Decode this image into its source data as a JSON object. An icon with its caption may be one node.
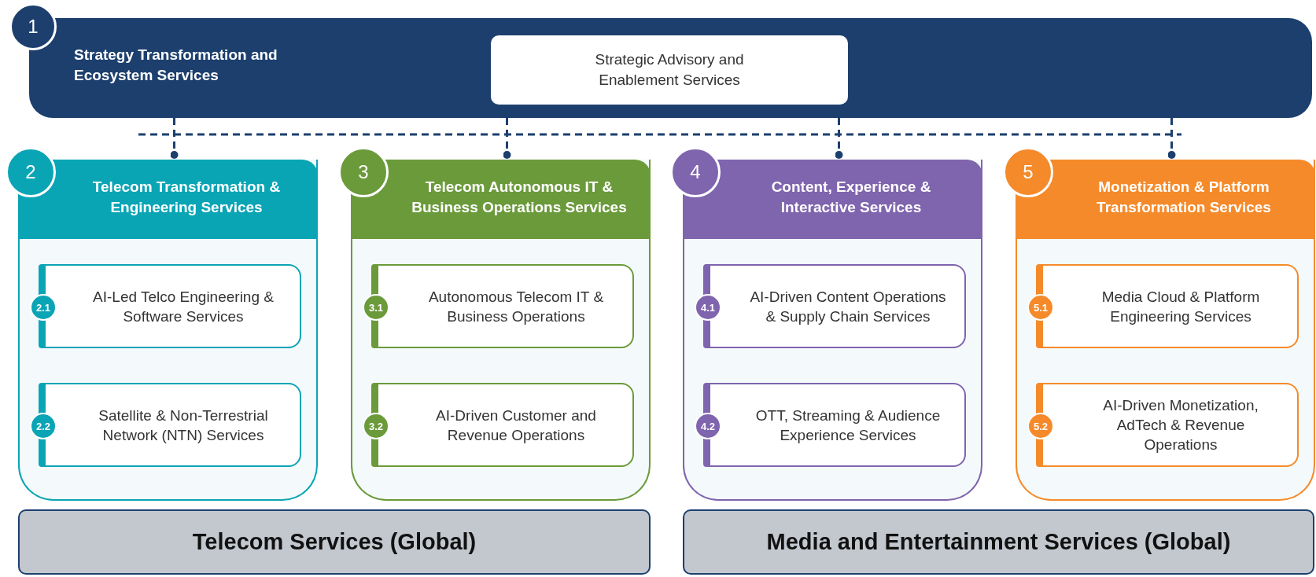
{
  "diagram": {
    "nodes": [
      {
        "text": [
          "1",
          "Strategy Transformation and Ecosystem Services"
        ]
      },
      {
        "text": [
          "Strategic Advisory and Enablement Services"
        ],
        "in": 0
      },
      {
        "text": [
          "2",
          "Telecom Transformation & Engineering Services"
        ]
      },
      {
        "text": [
          "2.1",
          "AI-Led Telco Engineering & Software Services"
        ],
        "in": 2
      },
      {
        "text": [
          "2.2",
          "Satellite & Non-Terrestrial Network (NTN) Services"
        ],
        "in": 2
      },
      {
        "text": [
          "3",
          "Telecom Autonomous IT & Business Operations Services"
        ]
      },
      {
        "text": [
          "3.1",
          "Autonomous Telecom IT & Business Operations"
        ],
        "in": 5
      },
      {
        "text": [
          "3.2",
          "AI-Driven Customer and Revenue Operations"
        ],
        "in": 5
      },
      {
        "text": [
          "4",
          "Content, Experience & Interactive Services"
        ]
      },
      {
        "text": [
          "4.1",
          "AI-Driven Content Operations & Supply Chain Services"
        ],
        "in": 8
      },
      {
        "text": [
          "4.2",
          "OTT, Streaming & Audience Experience Services"
        ],
        "in": 8
      },
      {
        "text": [
          "5",
          "Monetization & Platform Transformation Services"
        ]
      },
      {
        "text": [
          "5.1",
          "Media Cloud & Platform Engineering Services"
        ],
        "in": 11
      },
      {
        "text": [
          "5.2",
          "AI-Driven Monetization, AdTech & Revenue Operations"
        ],
        "in": 11
      },
      {
        "text": [
          "Telecom Services (Global)"
        ]
      },
      {
        "text": [
          "Media and Entertainment Services (Global)"
        ]
      }
    ],
    "edges": [
      {
        "from": 0,
        "to": 2,
        "arrow": "other",
        "style": "dashed"
      },
      {
        "from": 0,
        "to": 5,
        "arrow": "other",
        "style": "dashed"
      },
      {
        "from": 0,
        "to": 8,
        "arrow": "other",
        "style": "dashed"
      },
      {
        "from": 0,
        "to": 11,
        "arrow": "other",
        "style": "dashed"
      }
    ]
  }
}
